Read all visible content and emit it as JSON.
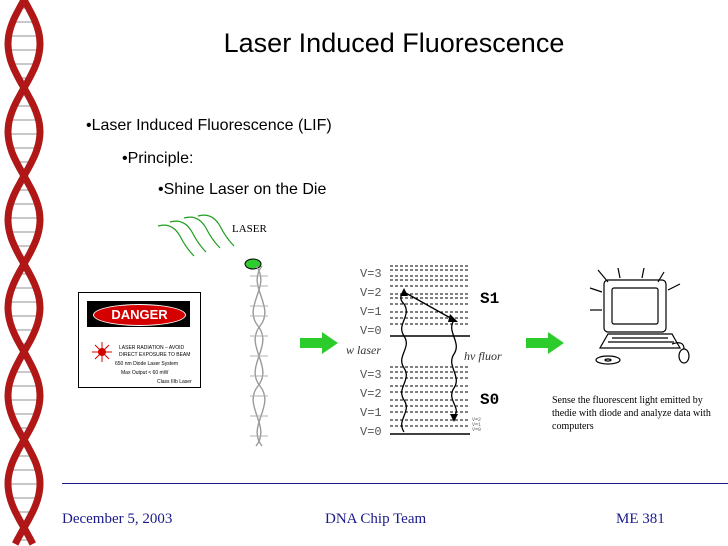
{
  "slide": {
    "title": "Laser Induced Fluorescence",
    "bullets": [
      "•Laser Induced Fluorescence (LIF)",
      "•Principle:",
      "•Shine Laser on the Die"
    ]
  },
  "diagram": {
    "laser_label": "LASER",
    "upper_levels": [
      "V=3",
      "V=2",
      "V=1",
      "V=0"
    ],
    "lower_levels": [
      "V=3",
      "V=2",
      "V=1",
      "V=0"
    ],
    "tiny_levels": [
      "V=2",
      "V=1",
      "V=0"
    ],
    "s1_label": "S1",
    "s0_label": "S0",
    "w_laser_label": "w laser",
    "hv_fluor_label": "hv fluor",
    "note": "Sense the fluorescent light emitted by thedie with diode and analyze data with computers"
  },
  "danger_sign": {
    "header": "DANGER",
    "lines": [
      "LASER RADIATION – AVOID",
      "DIRECT EXPOSURE TO BEAM",
      "650 nm Diode Laser System",
      "Max Output < 60 mW",
      "Class IIIb Laser"
    ]
  },
  "footer": {
    "date": "December 5, 2003",
    "team": "DNA Chip Team",
    "course": "ME 381"
  },
  "colors": {
    "helix_red": "#b01818",
    "arrow_green": "#2dcc2d",
    "footer_text": "#1a1a8c"
  }
}
